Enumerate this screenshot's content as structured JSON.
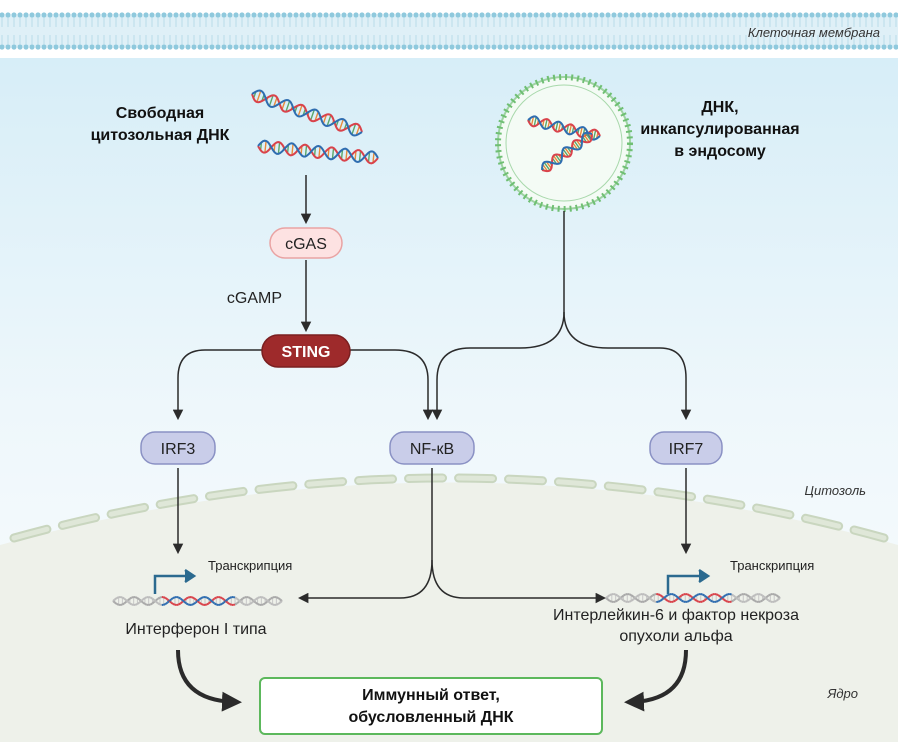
{
  "labels": {
    "membrane": "Клеточная мембрана",
    "cytosol": "Цитозоль",
    "nucleus": "Ядро",
    "free_dna_line1": "Свободная",
    "free_dna_line2": "цитозольная ДНК",
    "endosome_dna_line1": "ДНК,",
    "endosome_dna_line2": "инкапсулированная",
    "endosome_dna_line3": "в эндосому",
    "cgamp": "cGAMP",
    "transcription_left": "Транскрипция",
    "transcription_right": "Транскрипция",
    "interferon": "Интерферон I типа",
    "il6_line1": "Интерлейкин-6 и фактор некроза",
    "il6_line2": "опухоли альфа"
  },
  "nodes": {
    "cgas": "cGAS",
    "sting": "STING",
    "irf3": "IRF3",
    "nfkb": "NF-кB",
    "irf7": "IRF7"
  },
  "outcome": {
    "line1": "Иммунный ответ,",
    "line2": "обусловленный ДНК"
  },
  "colors": {
    "cytosol_top": "#d6eef8",
    "nucleus_fill": "#eef1ea",
    "cgas_fill": "#fde2e2",
    "cgas_stroke": "#e9a3a3",
    "sting_fill": "#9e2a2b",
    "irf_fill": "#c9cde9",
    "irf_stroke": "#8a91c4",
    "outcome_border": "#5cb85c",
    "endosome_ring": "#6fbf73",
    "dna_red": "#d9434b",
    "dna_blue": "#2f6db0",
    "promoter_arrow": "#2b6a8f"
  }
}
